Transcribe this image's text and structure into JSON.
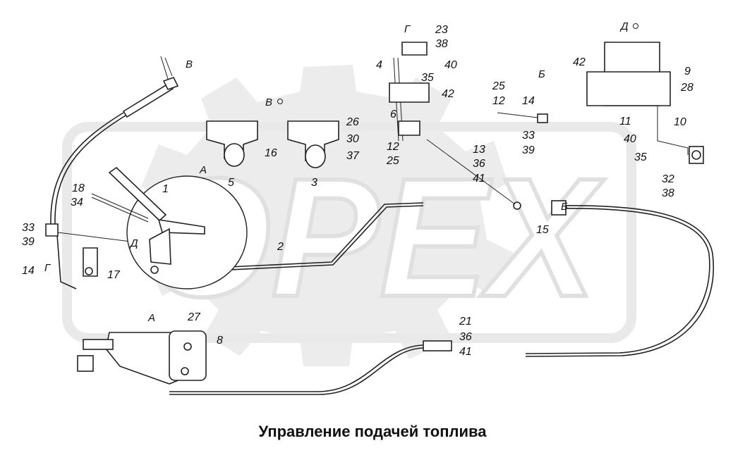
{
  "caption": "Управление подачей топлива",
  "watermark": {
    "text": "OPEX",
    "color": "#e6e6e6"
  },
  "views": {
    "A": "А",
    "A_detail": "А",
    "B": "Б",
    "B_detail": "Б",
    "V": "В",
    "V_detail": "В",
    "G": "Г",
    "G_detail": "Г",
    "D": "Д",
    "D_detail": "Д"
  },
  "labels": {
    "l23": "23",
    "l38a": "38",
    "l4": "4",
    "l40a": "40",
    "l35a": "35",
    "l42a": "42",
    "l6": "6",
    "l12a": "12",
    "l25a": "25",
    "l13": "13",
    "l36a": "36",
    "l41a": "41",
    "l25b": "25",
    "l12b": "12",
    "l14a": "14",
    "l33a": "33",
    "l39a": "39",
    "l42b": "42",
    "l9": "9",
    "l28": "28",
    "l11": "11",
    "l10": "10",
    "l40b": "40",
    "l35b": "35",
    "l32": "32",
    "l38b": "38",
    "l26": "26",
    "l30": "30",
    "l37": "37",
    "l16": "16",
    "l5": "5",
    "l3": "3",
    "l18": "18",
    "l34": "34",
    "l1": "1",
    "l33b": "33",
    "l39b": "39",
    "l14b": "14",
    "l17": "17",
    "l2": "2",
    "l15": "15",
    "l27": "27",
    "l8": "8",
    "l21": "21",
    "l36b": "36",
    "l41b": "41"
  }
}
